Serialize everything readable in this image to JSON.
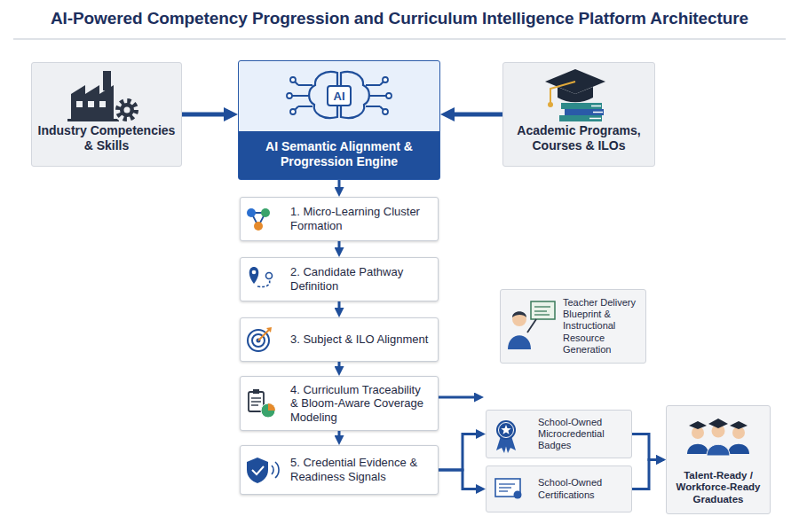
{
  "diagram": {
    "title": "AI-Powered Competency Progression and Curriculum Intelligence Platform Architecture",
    "nodes": [
      {
        "text": [
          "Industry Competencies & Skills"
        ]
      },
      {
        "text": [
          "AI Semantic Alignment & Progression Engine"
        ]
      },
      {
        "text": [
          "Academic Programs, Courses & ILOs"
        ]
      },
      {
        "text": [
          "1. Micro-Learning Cluster Formation"
        ]
      },
      {
        "text": [
          "2. Candidate Pathway Definition"
        ]
      },
      {
        "text": [
          "3. Subject & ILO Alignment"
        ]
      },
      {
        "text": [
          "4. Curriculum Traceability & Bloom-Aware Coverage Modeling"
        ]
      },
      {
        "text": [
          "5. Credential Evidence & Readiness Signals"
        ]
      },
      {
        "text": [
          "Teacher Delivery Blueprint & Instructional Resource Generation"
        ]
      },
      {
        "text": [
          "School-Owned Microcredential Badges"
        ]
      },
      {
        "text": [
          "School-Owned Certifications"
        ]
      },
      {
        "text": [
          "Talent-Ready / Workforce-Ready Graduates"
        ]
      }
    ],
    "edges": [
      {
        "from": 0,
        "to": 1,
        "arrow": "to"
      },
      {
        "from": 2,
        "to": 1,
        "arrow": "to"
      },
      {
        "from": 1,
        "to": 3,
        "arrow": "to"
      },
      {
        "from": 3,
        "to": 4,
        "arrow": "to"
      },
      {
        "from": 4,
        "to": 5,
        "arrow": "to"
      },
      {
        "from": 5,
        "to": 6,
        "arrow": "to"
      },
      {
        "from": 6,
        "to": 7,
        "arrow": "to"
      },
      {
        "from": 7,
        "to": 9,
        "arrow": "to"
      },
      {
        "from": 7,
        "to": 10,
        "arrow": "to"
      },
      {
        "from": 9,
        "to": 11,
        "arrow": "to"
      },
      {
        "from": 10,
        "to": 11,
        "arrow": "to"
      }
    ],
    "labels": [
      "AI"
    ]
  }
}
